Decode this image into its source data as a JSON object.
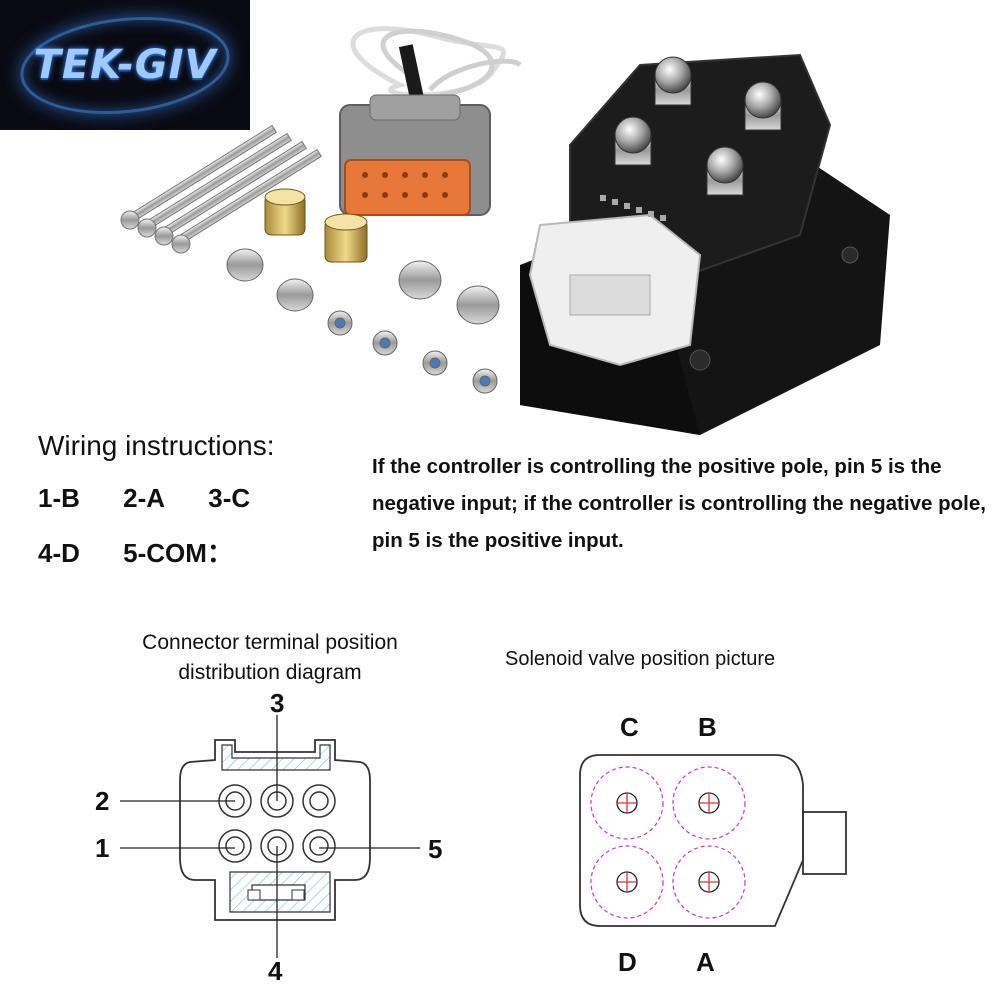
{
  "logo": {
    "text": "TEK-GIV"
  },
  "wiring": {
    "title": "Wiring instructions:",
    "row1": [
      "1-B",
      "2-A",
      "3-C"
    ],
    "row2": [
      "4-D",
      "5-COM："
    ],
    "note": "If the controller is controlling the positive pole, pin 5 is the negative input; if the controller is controlling the negative pole, pin 5 is the positive input."
  },
  "connector_diagram": {
    "title_line1": "Connector terminal position",
    "title_line2": "distribution diagram",
    "pins": [
      "1",
      "2",
      "3",
      "4",
      "5"
    ]
  },
  "valve_diagram": {
    "title": "Solenoid valve position picture",
    "positions": [
      "A",
      "B",
      "C",
      "D"
    ]
  },
  "colors": {
    "hatch": "#7ec8c8",
    "dashed_circle": "#cc33cc",
    "crosshair": "#e03030"
  }
}
